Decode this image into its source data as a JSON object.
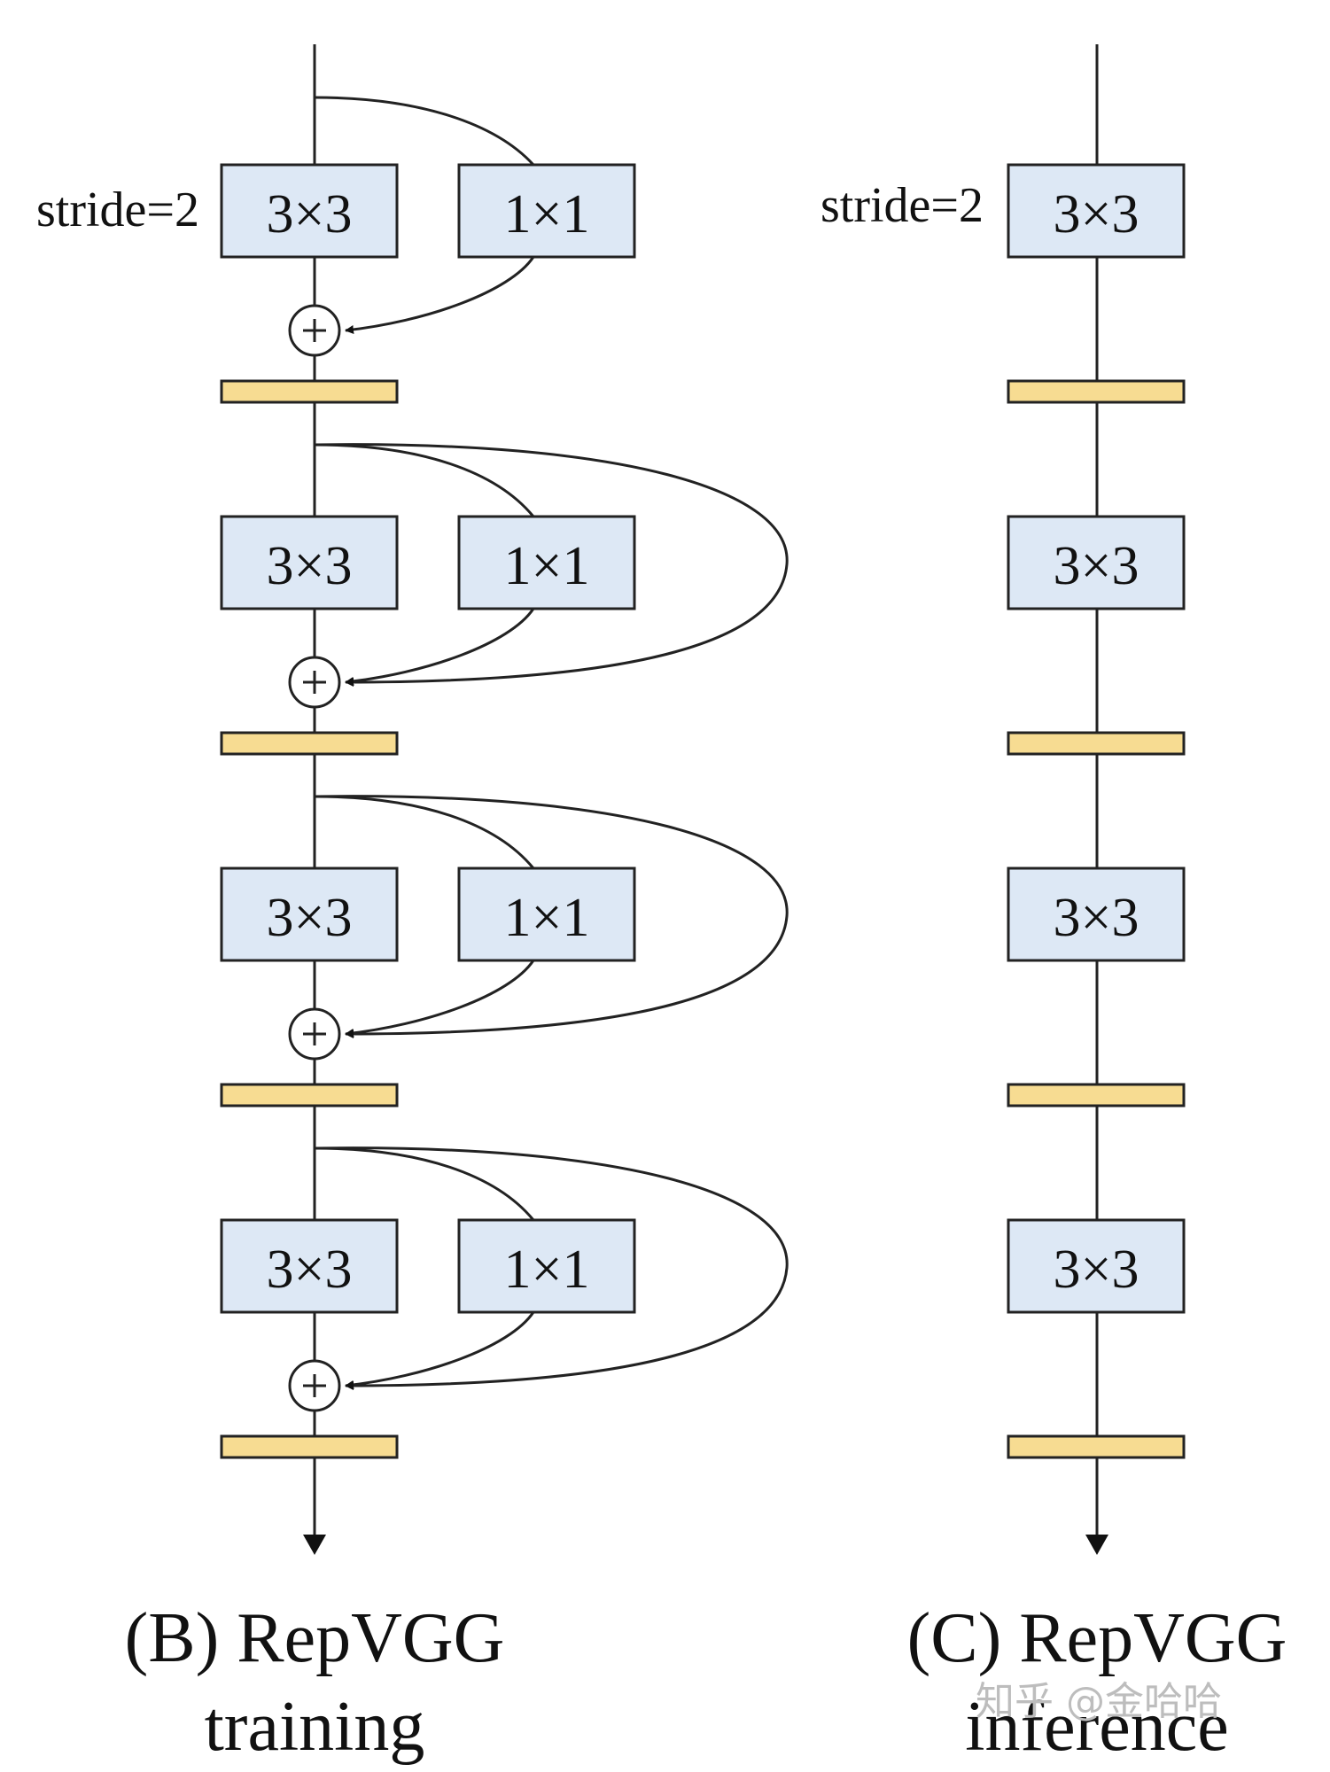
{
  "diagram": {
    "training": {
      "stride_label": "stride=2",
      "conv3": "3×3",
      "conv1": "1×1",
      "add_symbol": "+",
      "caption_line1": "(B) RepVGG",
      "caption_line2": "training",
      "stage_count": 4
    },
    "inference": {
      "stride_label": "stride=2",
      "conv3": "3×3",
      "caption_line1": "(C) RepVGG",
      "caption_line2": "inference",
      "stage_count": 4
    },
    "watermark": "知乎 @金哈哈",
    "colors": {
      "conv_fill": "#dde8f5",
      "bn_fill": "#f7dc92",
      "stroke": "#222222",
      "background": "#ffffff"
    }
  }
}
